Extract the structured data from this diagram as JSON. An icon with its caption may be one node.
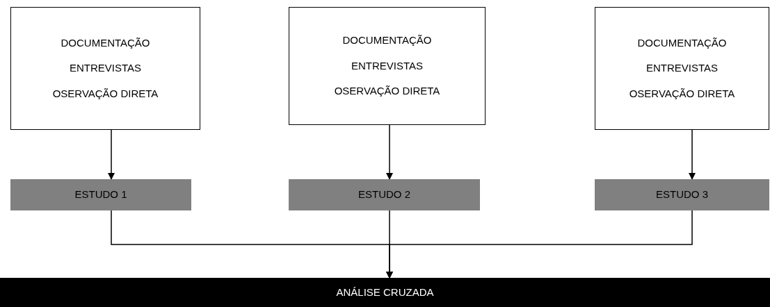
{
  "diagram": {
    "nodes": [
      {
        "text": [
          "DOCUMENTAÇÃO",
          "ENTREVISTAS",
          "OSERVAÇÃO DIRETA"
        ]
      },
      {
        "text": [
          "DOCUMENTAÇÃO",
          "ENTREVISTAS",
          "OSERVAÇÃO DIRETA"
        ]
      },
      {
        "text": [
          "DOCUMENTAÇÃO",
          "ENTREVISTAS",
          "OSERVAÇÃO DIRETA"
        ]
      },
      {
        "text": [
          "ESTUDO 1"
        ]
      },
      {
        "text": [
          "ESTUDO 2"
        ]
      },
      {
        "text": [
          "ESTUDO 3"
        ]
      },
      {
        "text": [
          "ANÁLISE CRUZADA"
        ]
      }
    ],
    "edges": [
      {
        "from": 0,
        "to": 3,
        "arrow": "to"
      },
      {
        "from": 1,
        "to": 4,
        "arrow": "to"
      },
      {
        "from": 2,
        "to": 5,
        "arrow": "to"
      },
      {
        "from": 3,
        "to": 6,
        "arrow": "to"
      },
      {
        "from": 4,
        "to": 6,
        "arrow": "to"
      },
      {
        "from": 5,
        "to": 6,
        "arrow": "to"
      }
    ]
  }
}
